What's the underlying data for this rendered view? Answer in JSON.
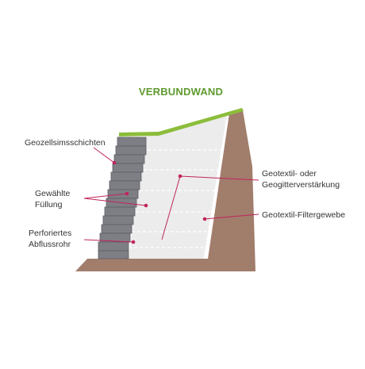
{
  "title": "VERBUNDWAND",
  "colors": {
    "title": "#5f9a2f",
    "grass": "#8cbd3b",
    "soil": "#a17d6c",
    "fill": "#ebebeb",
    "blocks": "#7e7e85",
    "leader": "#c0245c"
  },
  "labels": {
    "geocell_layers": "Geozellsimsschichten",
    "selected_fill": [
      "Gewählte",
      "Füllung"
    ],
    "perforated_drain": [
      "Perforiertes",
      "Abflussrohr"
    ],
    "geotextile_reinforcement": [
      "Geotextil- oder",
      "Geogitterverstärkung"
    ],
    "filter_fabric": "Geotextil-Filtergewebe"
  }
}
